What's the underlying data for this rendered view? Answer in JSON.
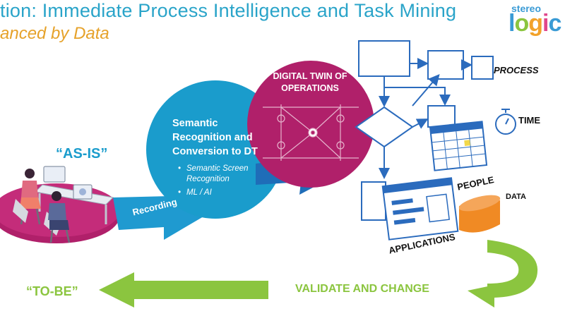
{
  "header": {
    "title": "tion: Immediate Process Intelligence and Task Mining",
    "subtitle": "anced by Data"
  },
  "logo": {
    "top_text": "stereo",
    "letters": [
      "l",
      "o",
      "g",
      "i",
      "c"
    ],
    "letter_colors": [
      "#3a9bd5",
      "#8bc53f",
      "#f2a22a",
      "#e0478c",
      "#3a9bd5"
    ]
  },
  "diagram": {
    "as_is_label": "“AS-IS”",
    "recording_label": "Recording",
    "semantic": {
      "title": "Semantic Recognition and Conversion to DT",
      "bullets": [
        "Semantic Screen Recognition",
        "ML / AI"
      ]
    },
    "digital_twin_label": "DIGITAL TWIN OF OPERATIONS",
    "labels": {
      "process": "PROCESS",
      "time": "TIME",
      "people": "PEOPLE",
      "data": "DATA",
      "applications": "APPLICATIONS"
    },
    "validate_label": "VALIDATE AND CHANGE",
    "to_be_label": "“TO-BE”"
  },
  "colors": {
    "title": "#2aa4c9",
    "subtitle": "#e6a22a",
    "blue": "#1a9ccc",
    "magenta": "#b0206a",
    "green": "#8bc53f",
    "orange": "#f08a24",
    "diagram_blue": "#2b6bbd"
  }
}
